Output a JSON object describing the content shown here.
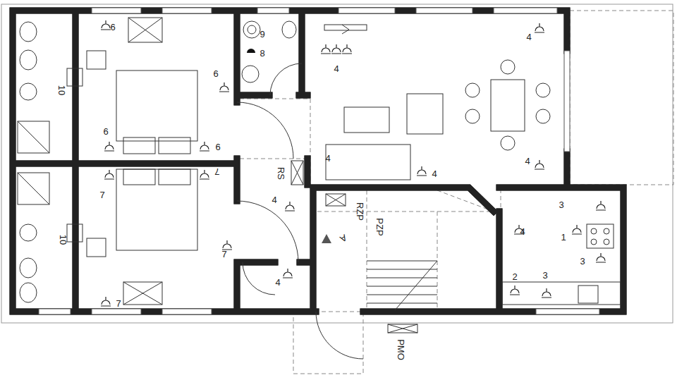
{
  "diagram": {
    "labels": [
      "6",
      "9",
      "4",
      "8",
      "4",
      "6",
      "10",
      "6",
      "6",
      "4",
      "4",
      "7",
      "RS",
      "4",
      "7",
      "4",
      "3",
      "RZP",
      "PZP",
      "4",
      "1",
      "10",
      "A",
      "7",
      "3",
      "3",
      "2",
      "4",
      "7",
      "PMO"
    ]
  }
}
